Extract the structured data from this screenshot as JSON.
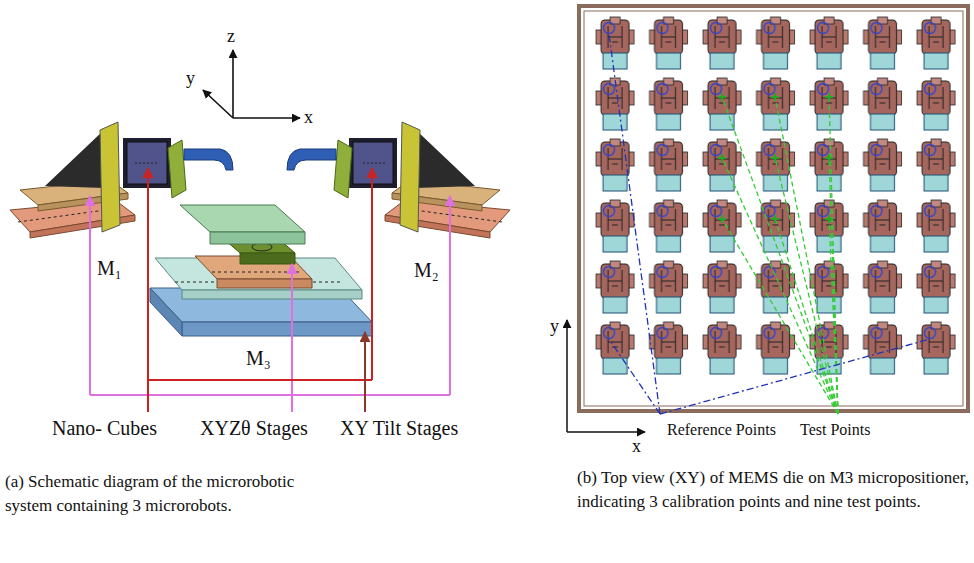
{
  "diagram": {
    "labels": [
      "z",
      "y",
      "x",
      "M₁",
      "M₂",
      "M₃",
      "Nano- Cubes",
      "XYZθ Stages",
      "XY Tilt Stages",
      "(a) Schematic diagram of the microrobotic system containing 3 microrobots.",
      "y",
      "x",
      "Reference Points",
      "Test Points",
      "(b) Top view (XY) of MEMS die on M3 micropositioner, indicating 3 calibration points and nine test points."
    ]
  }
}
